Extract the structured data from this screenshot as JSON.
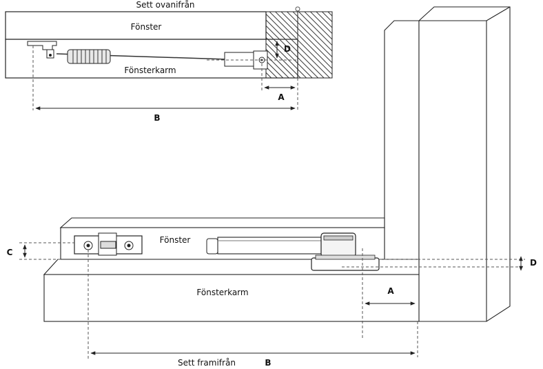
{
  "top_view": {
    "title": "Sett ovanifrån",
    "window_label": "Fönster",
    "frame_label": "Fönsterkarm"
  },
  "front_view": {
    "window_label": "Fönster",
    "frame_label": "Fönsterkarm",
    "caption": "Sett framifrån"
  },
  "dimensions": {
    "a": "A",
    "b": "B",
    "c": "C",
    "d": "D"
  },
  "colors": {
    "line": "#222222",
    "face": "#ffffff",
    "dash": "#555555",
    "hatch": "#333333"
  }
}
